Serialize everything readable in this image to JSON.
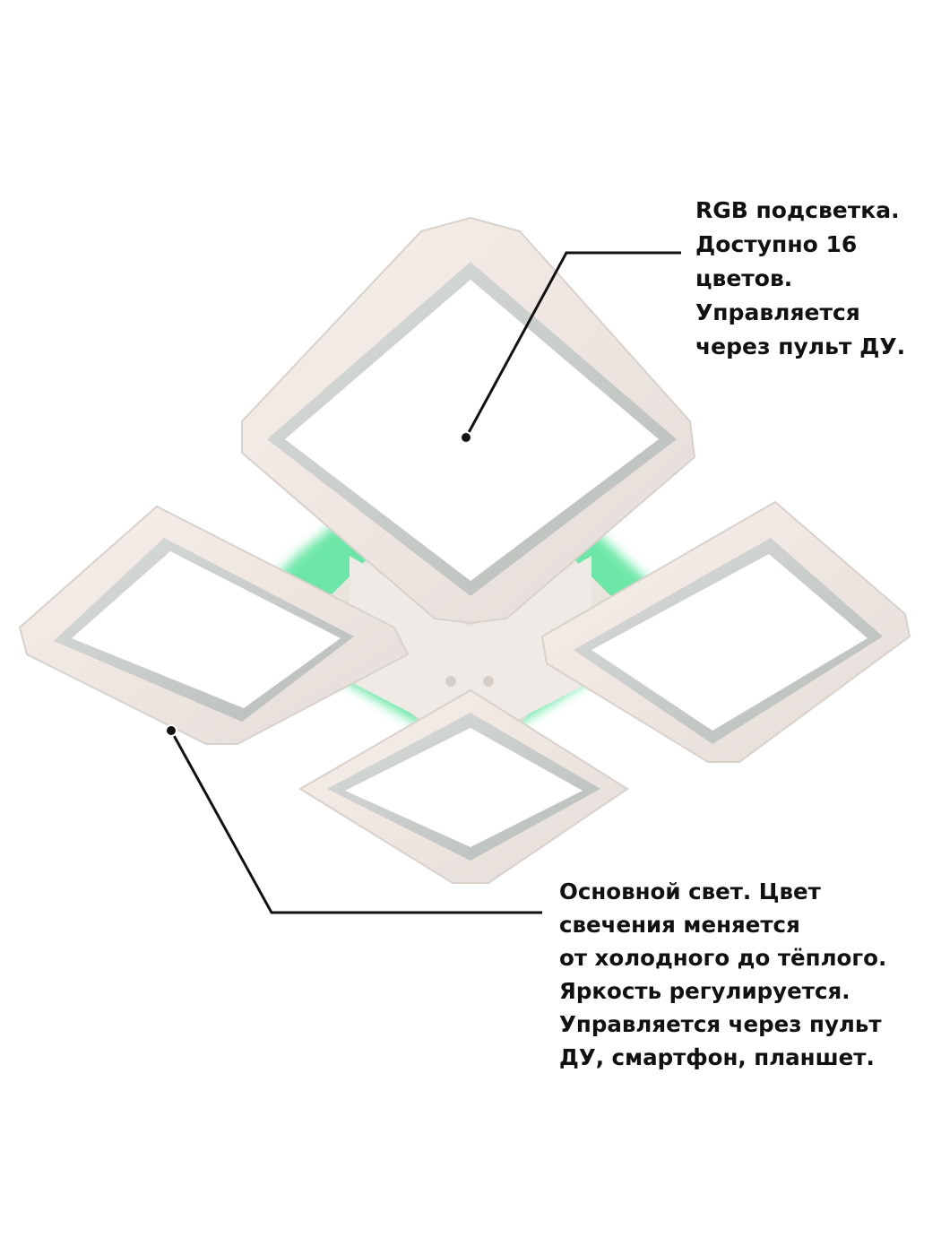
{
  "annotations": {
    "rgb": {
      "lines": [
        "RGB подсветка.",
        "Доступно 16",
        "цветов.",
        "Управляется",
        "через пульт ДУ."
      ]
    },
    "main_light": {
      "lines": [
        "Основной свет. Цвет",
        "свечения меняется",
        "от холодного до тёплого.",
        "Яркость регулируется.",
        "Управляется через пульт",
        "ДУ, смартфон, планшет."
      ]
    }
  },
  "colors": {
    "background": "#ffffff",
    "rgb_glow": "#3ee08a",
    "frame": "#f3ece7",
    "frame_shadow": "#bfc4c0",
    "base": "#ece7e2",
    "leader_line": "#111111"
  }
}
